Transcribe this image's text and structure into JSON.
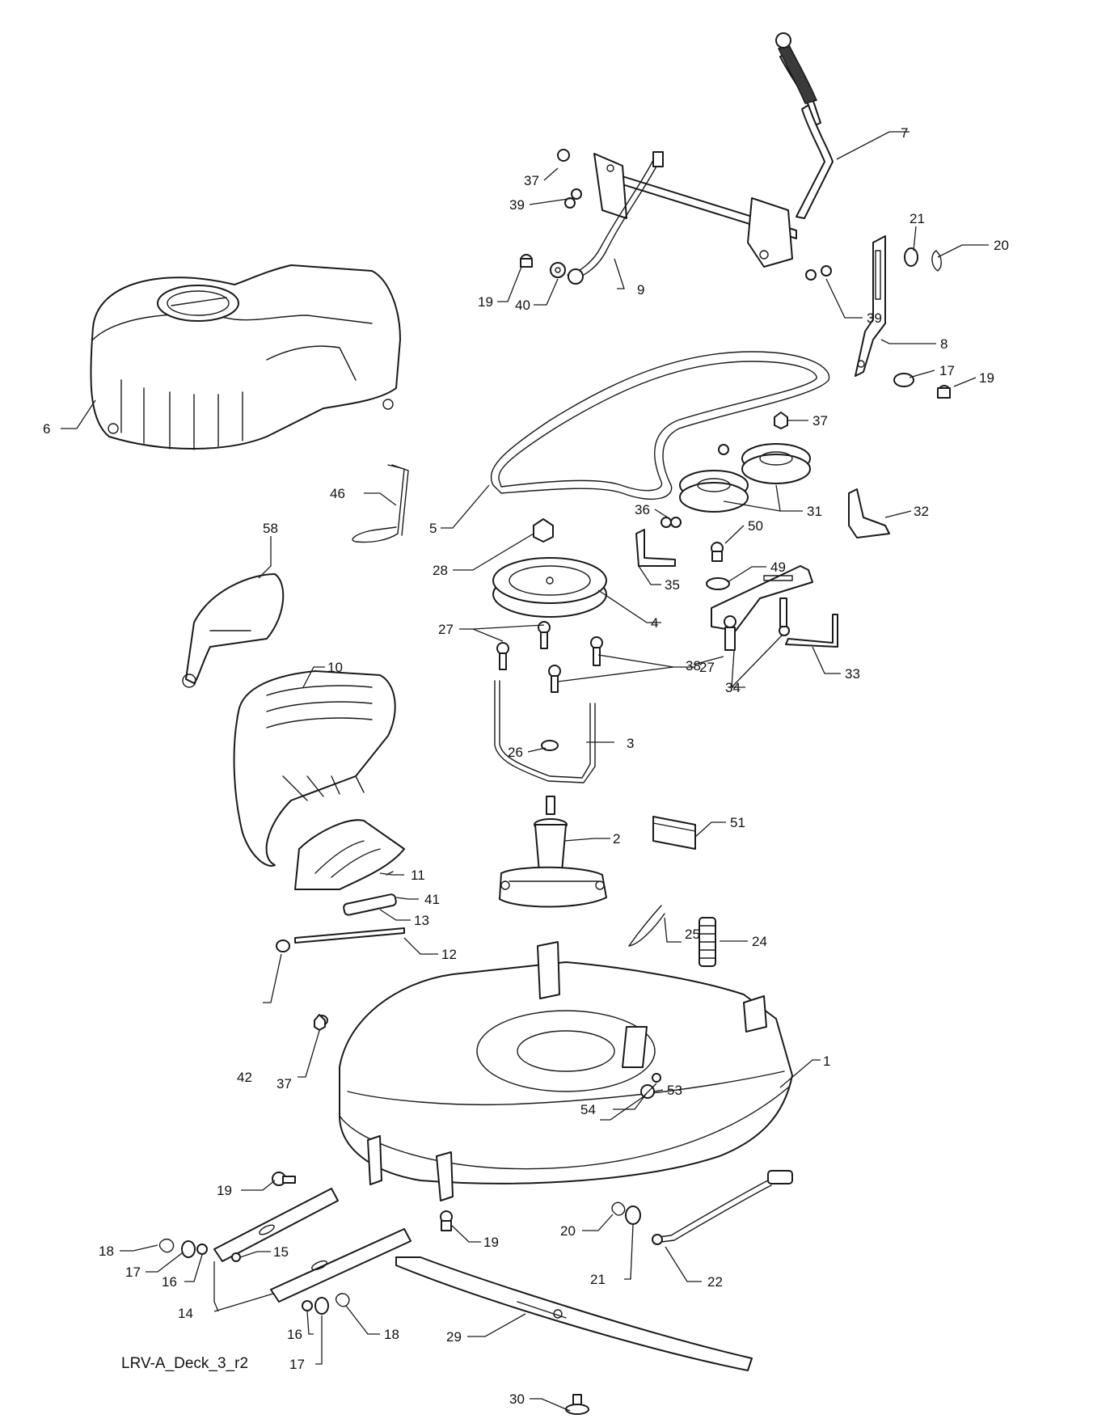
{
  "diagram": {
    "caption": "LRV-A_Deck_3_r2",
    "callouts": [
      {
        "id": "c1",
        "label": "1"
      },
      {
        "id": "c2",
        "label": "2"
      },
      {
        "id": "c3",
        "label": "3"
      },
      {
        "id": "c4",
        "label": "4"
      },
      {
        "id": "c5",
        "label": "5"
      },
      {
        "id": "c6",
        "label": "6"
      },
      {
        "id": "c7",
        "label": "7"
      },
      {
        "id": "c8",
        "label": "8"
      },
      {
        "id": "c9",
        "label": "9"
      },
      {
        "id": "c10",
        "label": "10"
      },
      {
        "id": "c11",
        "label": "11"
      },
      {
        "id": "c12",
        "label": "12"
      },
      {
        "id": "c13",
        "label": "13"
      },
      {
        "id": "c14",
        "label": "14"
      },
      {
        "id": "c15",
        "label": "15"
      },
      {
        "id": "c16a",
        "label": "16"
      },
      {
        "id": "c16b",
        "label": "16"
      },
      {
        "id": "c17a",
        "label": "17"
      },
      {
        "id": "c17b",
        "label": "17"
      },
      {
        "id": "c17c",
        "label": "17"
      },
      {
        "id": "c18a",
        "label": "18"
      },
      {
        "id": "c18b",
        "label": "18"
      },
      {
        "id": "c19a",
        "label": "19"
      },
      {
        "id": "c19b",
        "label": "19"
      },
      {
        "id": "c19c",
        "label": "19"
      },
      {
        "id": "c19d",
        "label": "19"
      },
      {
        "id": "c20a",
        "label": "20"
      },
      {
        "id": "c20b",
        "label": "20"
      },
      {
        "id": "c21a",
        "label": "21"
      },
      {
        "id": "c21b",
        "label": "21"
      },
      {
        "id": "c22",
        "label": "22"
      },
      {
        "id": "c24",
        "label": "24"
      },
      {
        "id": "c25",
        "label": "25"
      },
      {
        "id": "c26",
        "label": "26"
      },
      {
        "id": "c27a",
        "label": "27"
      },
      {
        "id": "c27b",
        "label": "27"
      },
      {
        "id": "c28",
        "label": "28"
      },
      {
        "id": "c29",
        "label": "29"
      },
      {
        "id": "c30",
        "label": "30"
      },
      {
        "id": "c31",
        "label": "31"
      },
      {
        "id": "c32",
        "label": "32"
      },
      {
        "id": "c33",
        "label": "33"
      },
      {
        "id": "c34",
        "label": "34"
      },
      {
        "id": "c35",
        "label": "35"
      },
      {
        "id": "c36",
        "label": "36"
      },
      {
        "id": "c37a",
        "label": "37"
      },
      {
        "id": "c37b",
        "label": "37"
      },
      {
        "id": "c37c",
        "label": "37"
      },
      {
        "id": "c38",
        "label": "38"
      },
      {
        "id": "c39a",
        "label": "39"
      },
      {
        "id": "c39b",
        "label": "39"
      },
      {
        "id": "c40",
        "label": "40"
      },
      {
        "id": "c41",
        "label": "41"
      },
      {
        "id": "c42",
        "label": "42"
      },
      {
        "id": "c46",
        "label": "46"
      },
      {
        "id": "c49",
        "label": "49"
      },
      {
        "id": "c50",
        "label": "50"
      },
      {
        "id": "c51",
        "label": "51"
      },
      {
        "id": "c53",
        "label": "53"
      },
      {
        "id": "c54",
        "label": "54"
      },
      {
        "id": "c58",
        "label": "58"
      }
    ]
  }
}
